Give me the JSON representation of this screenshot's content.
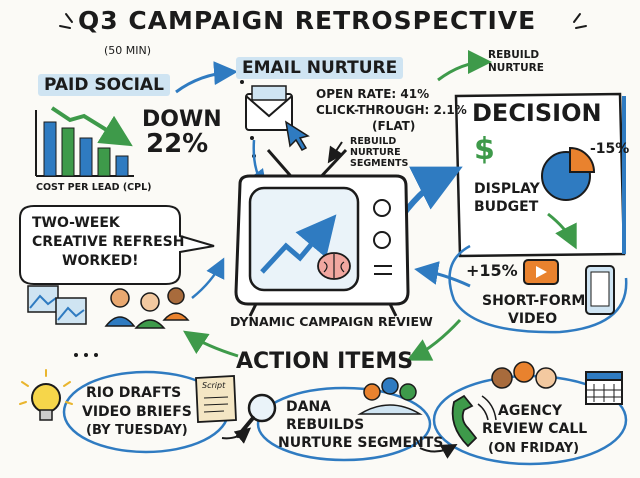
{
  "title": "Q3 Campaign Retrospective",
  "duration": "(50 min)",
  "paid_social": {
    "heading": "Paid Social",
    "change_line1": "Down",
    "change_line2": "22%",
    "chart_label": "Cost per lead (CPL)"
  },
  "email_nurture": {
    "heading": "Email Nurture",
    "open_rate": "Open rate: 41%",
    "click_through": "Click-through: 2.1%",
    "flat": "(flat)",
    "rebuild_note_1": "Rebuild",
    "rebuild_note_2": "nurture",
    "rebuild_note_3": "segments"
  },
  "rebuild_nurture": {
    "line1": "Rebuild",
    "line2": "nurture"
  },
  "creative_bubble": {
    "line1": "Two-week",
    "line2": "creative refresh",
    "line3": "worked!"
  },
  "center": {
    "label": "Dynamic Campaign Review"
  },
  "decision": {
    "heading": "Decision",
    "dollar": "$",
    "budget_change": "-15%",
    "display_line1": "Display",
    "display_line2": "budget",
    "video_change": "+15%",
    "video_line1": "Short-form",
    "video_line2": "video"
  },
  "action_items": {
    "heading": "Action Items",
    "item1": {
      "line1": "Rio drafts",
      "line2": "video briefs",
      "line3": "(by Tuesday)",
      "script_label": "Script"
    },
    "item2": {
      "line1": "Dana",
      "line2": "rebuilds",
      "line3": "nurture segments"
    },
    "item3": {
      "line1": "Agency",
      "line2": "review call",
      "line3": "(on Friday)"
    }
  },
  "colors": {
    "blue": "#2f7bc1",
    "green": "#3e9a4a",
    "orange": "#e9822e",
    "light_blue": "#cfe4f2",
    "ink": "#1b1b1b"
  },
  "icons": [
    "envelope-icon",
    "cursor-icon",
    "tv-icon",
    "brain-icon",
    "dollar-icon",
    "pie-chart-icon",
    "play-icon",
    "phone-icon",
    "lightbulb-icon",
    "script-icon",
    "magnifier-icon",
    "people-icon",
    "calendar-icon",
    "photo-icon"
  ]
}
